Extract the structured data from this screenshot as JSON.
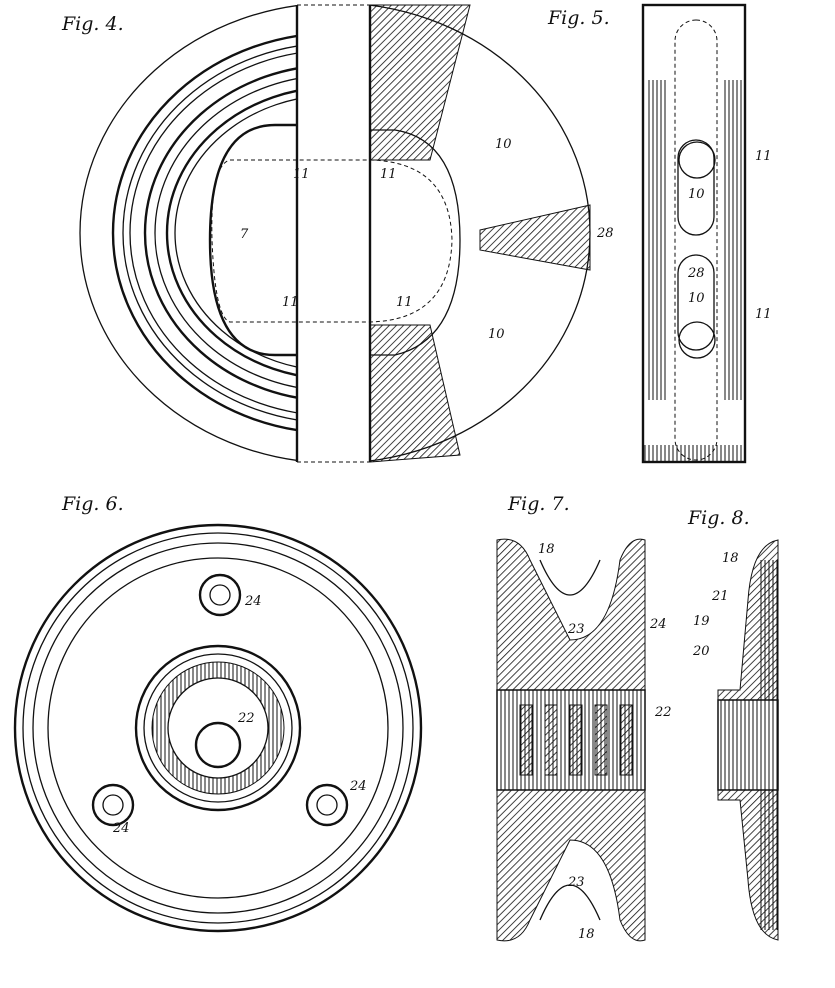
{
  "figures": {
    "fig4": {
      "title": "Fig. 4.",
      "labels": [
        "11",
        "11",
        "11",
        "11",
        "7",
        "10",
        "10",
        "28"
      ]
    },
    "fig5": {
      "title": "Fig. 5.",
      "labels": [
        "11",
        "10",
        "28",
        "10",
        "11"
      ]
    },
    "fig6": {
      "title": "Fig. 6.",
      "labels": [
        "24",
        "22",
        "24",
        "24"
      ]
    },
    "fig7": {
      "title": "Fig. 7.",
      "labels": [
        "18",
        "23",
        "24",
        "22",
        "23",
        "18"
      ]
    },
    "fig8": {
      "title": "Fig. 8.",
      "labels": [
        "18",
        "21",
        "19",
        "20"
      ]
    }
  },
  "colors": {
    "ink": "#111111",
    "paper": "#ffffff"
  }
}
